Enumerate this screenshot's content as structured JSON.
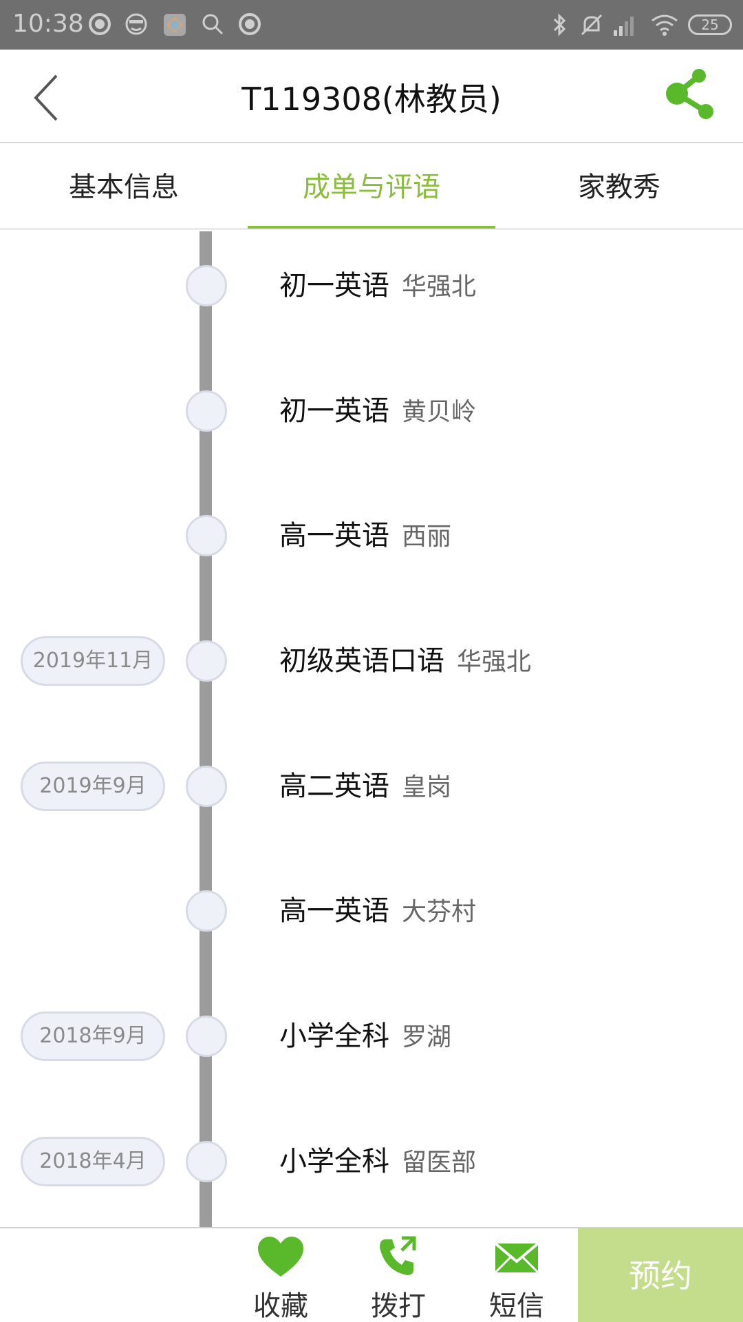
{
  "status_bar": {
    "time": "10:38",
    "battery": "25"
  },
  "header": {
    "title": "T119308(林教员)"
  },
  "tabs": [
    {
      "label": "基本信息",
      "active": false
    },
    {
      "label": "成单与评语",
      "active": true
    },
    {
      "label": "家教秀",
      "active": false
    }
  ],
  "timeline": [
    {
      "date": "",
      "course": "初一英语",
      "location": "华强北"
    },
    {
      "date": "",
      "course": "初一英语",
      "location": "黄贝岭"
    },
    {
      "date": "",
      "course": "高一英语",
      "location": "西丽"
    },
    {
      "date": "2019年11月",
      "course": "初级英语口语",
      "location": "华强北"
    },
    {
      "date": "2019年9月",
      "course": "高二英语",
      "location": "皇岗"
    },
    {
      "date": "",
      "course": "高一英语",
      "location": "大芬村"
    },
    {
      "date": "2018年9月",
      "course": "小学全科",
      "location": "罗湖"
    },
    {
      "date": "2018年4月",
      "course": "小学全科",
      "location": "留医部"
    }
  ],
  "bottom_bar": {
    "favorite_label": "收藏",
    "call_label": "拨打",
    "sms_label": "短信",
    "reserve_label": "预约"
  },
  "colors": {
    "accent": "#8bbd3c",
    "icon_green": "#5ab82b",
    "reserve_bg": "#c4dd8c"
  }
}
